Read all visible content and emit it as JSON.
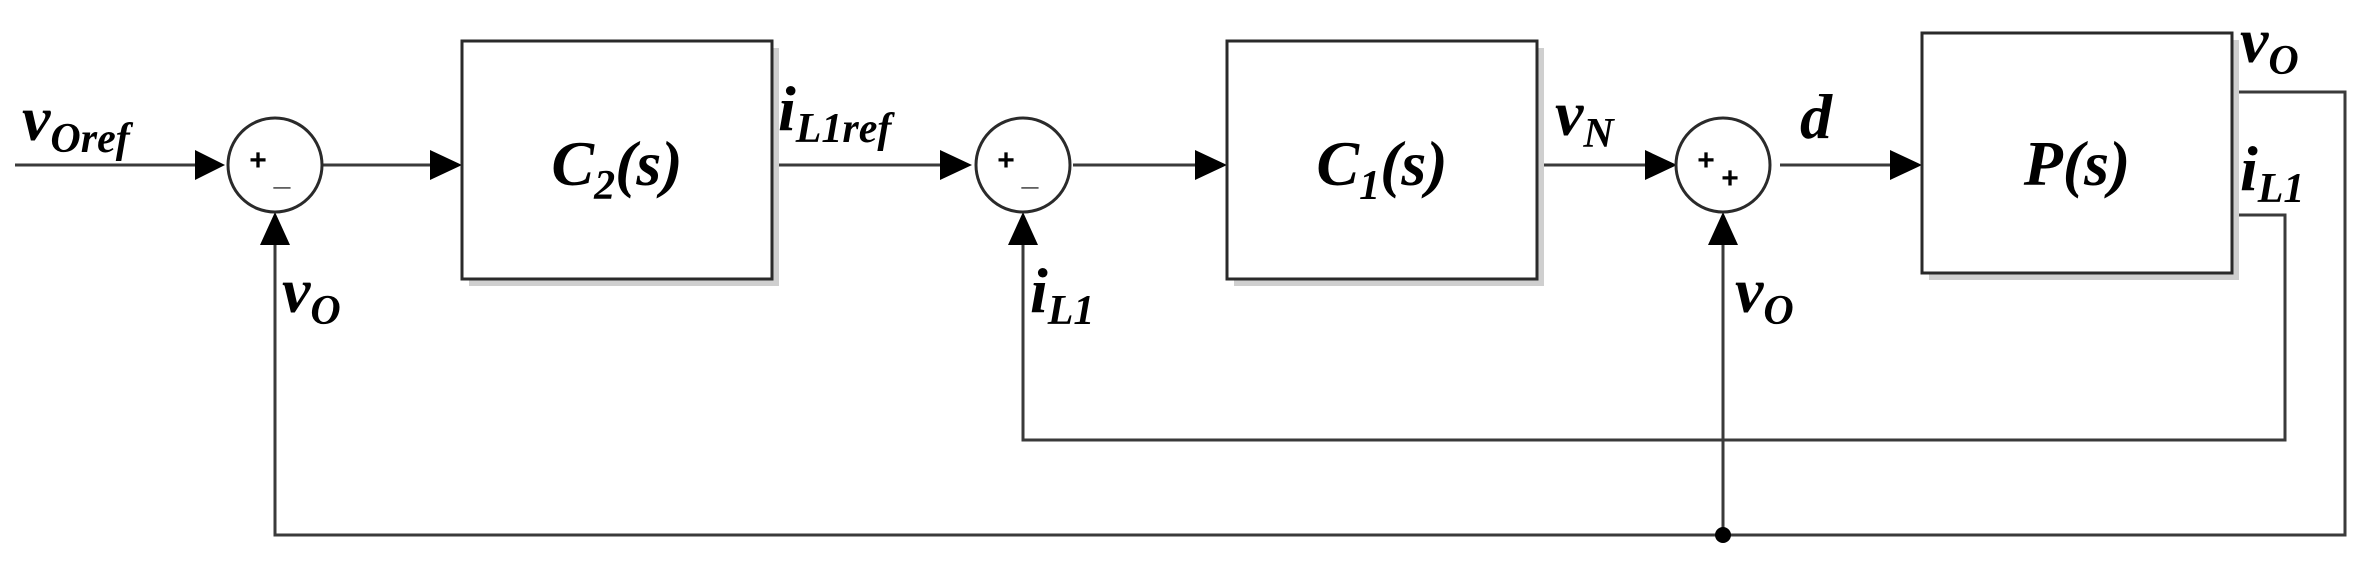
{
  "blocks": {
    "c2": {
      "name": "C",
      "sub": "2",
      "arg": "(s)"
    },
    "c1": {
      "name": "C",
      "sub": "1",
      "arg": "(s)"
    },
    "plant": {
      "name": "P",
      "arg": "(s)"
    }
  },
  "signals": {
    "vo_ref": {
      "main": "v",
      "sub": "Oref"
    },
    "il1_ref": {
      "main": "i",
      "sub": "L1ref"
    },
    "vn": {
      "main": "v",
      "sub": "N"
    },
    "d": {
      "main": "d"
    },
    "vo_fb1": {
      "main": "v",
      "sub": "O"
    },
    "il1_fb": {
      "main": "i",
      "sub": "L1"
    },
    "vo_fb2": {
      "main": "v",
      "sub": "O"
    },
    "vo_out": {
      "main": "v",
      "sub": "O"
    },
    "il1_out": {
      "main": "i",
      "sub": "L1"
    }
  },
  "summing_junctions": {
    "sum1": {
      "top_sign": "+",
      "bottom_sign": "_"
    },
    "sum2": {
      "top_sign": "+",
      "bottom_sign": "_"
    },
    "sum3": {
      "top_sign": "+",
      "bottom_sign": "+"
    }
  }
}
